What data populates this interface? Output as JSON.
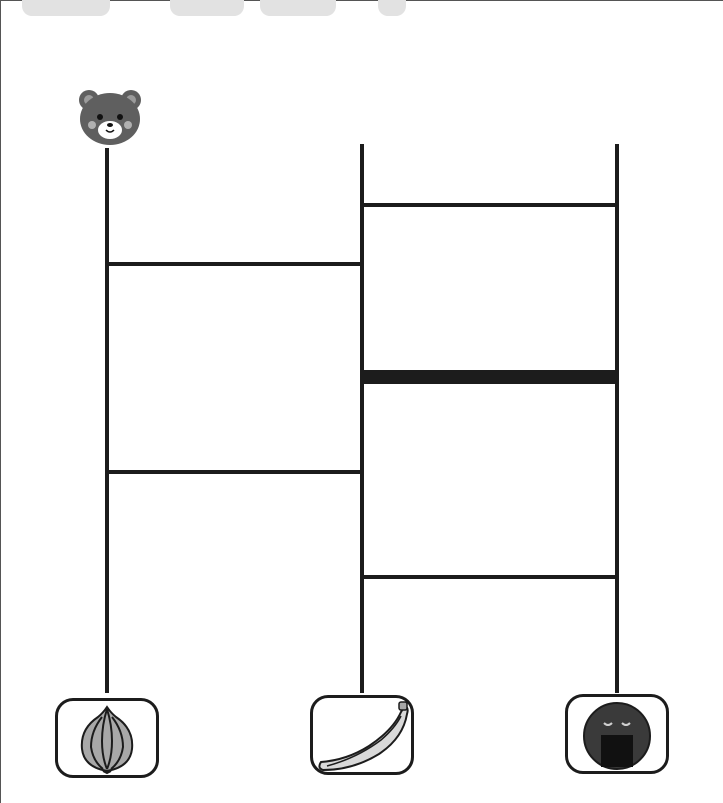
{
  "puzzle": {
    "type": "ladder-path",
    "start_icon": "bear-head-icon",
    "start_column": 1,
    "columns": 3,
    "rungs": [
      {
        "between": [
          1,
          2
        ],
        "order": 2
      },
      {
        "between": [
          1,
          2
        ],
        "order": 5
      },
      {
        "between": [
          2,
          3
        ],
        "order": 1
      },
      {
        "between": [
          2,
          3
        ],
        "order": 3,
        "emphasis": "thick"
      },
      {
        "between": [
          2,
          3
        ],
        "order": 6
      }
    ],
    "destinations": [
      {
        "column": 1,
        "icon": "onion-icon"
      },
      {
        "column": 2,
        "icon": "banana-icon"
      },
      {
        "column": 3,
        "icon": "rice-ball-icon"
      }
    ]
  },
  "colors": {
    "line": "#1c1c1c",
    "icon_fill": "#a8a8a8",
    "bear_fill": "#5f5f5f",
    "rice_fill": "#3a3a3a"
  }
}
